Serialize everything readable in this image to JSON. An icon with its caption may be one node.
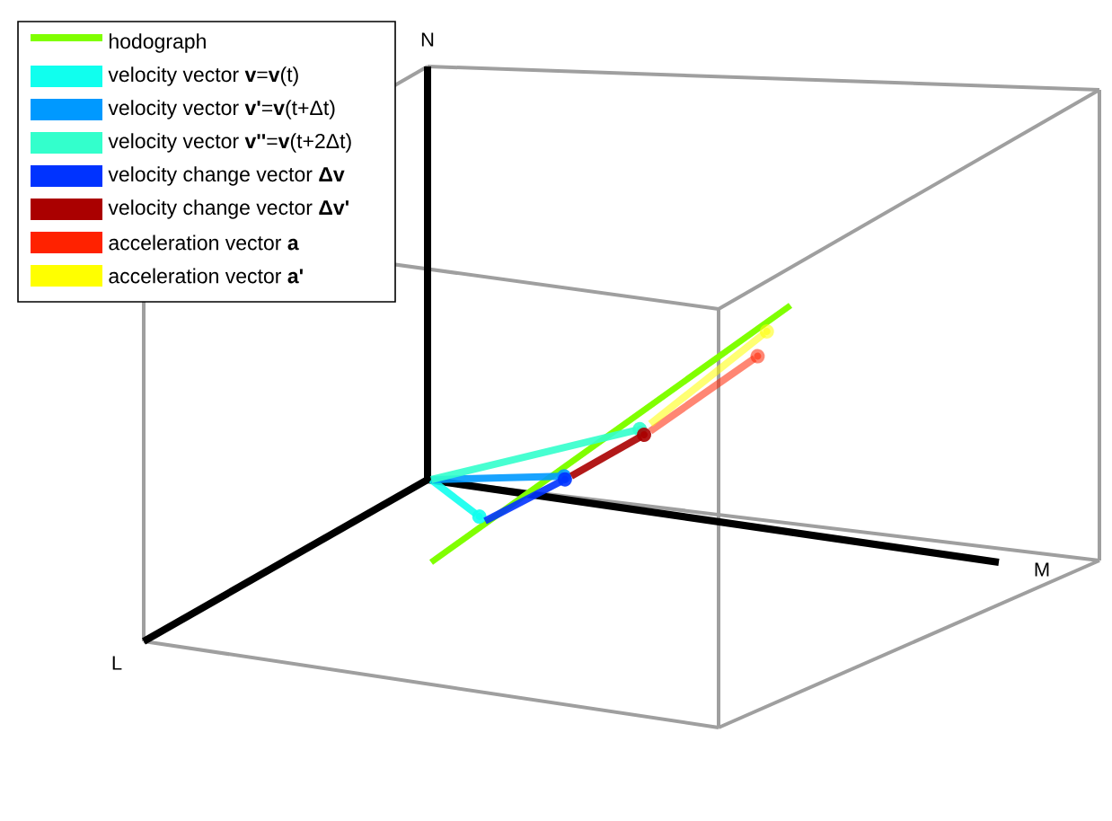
{
  "diagram": {
    "labels": [
      "N",
      "M",
      "L"
    ],
    "legend": [
      {
        "text": "hodograph"
      },
      {
        "text": "velocity vector **v**=**v**(t)",
        "color": "#10ffee"
      },
      {
        "text": "velocity vector **v'**=**v**(t+Δt)",
        "color": "#0099ff"
      },
      {
        "text": "velocity vector **v''**=**v**(t+2Δt)",
        "color": "#33ffcc"
      },
      {
        "text": "velocity change vector **Δv**",
        "color": "#0033ff"
      },
      {
        "text": "velocity change vector **Δv'**",
        "color": "#aa0000"
      },
      {
        "text": "acceleration vector **a**",
        "color": "#ff2200"
      },
      {
        "text": "acceleration vector **a'**",
        "color": "#ffff00"
      }
    ]
  }
}
